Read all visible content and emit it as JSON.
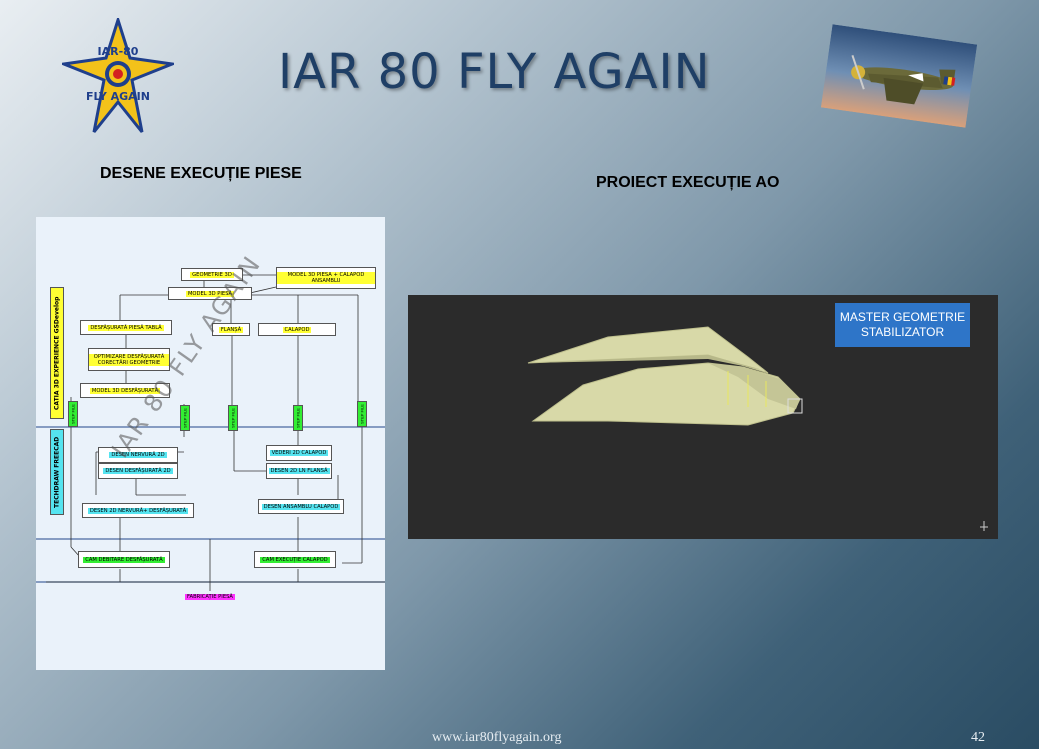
{
  "slide": {
    "title": "IAR 80 FLY AGAIN",
    "left_heading": "DESENE EXECUȚIE PIESE",
    "right_heading": "PROIECT EXECUȚIE AO",
    "website": "www.iar80flyagain.org",
    "page_number": "42"
  },
  "logo": {
    "top_text": "IAR-80",
    "bottom_text": "FLY AGAIN",
    "icon": "iar80-star-logo-icon"
  },
  "plane_image": {
    "icon": "iar80-aircraft-image"
  },
  "flowchart": {
    "band_labels": {
      "catia": "CATIA 3D EXPERIENCE GSDevelop",
      "techdraw": "TECHDRAW FREECAD"
    },
    "nodes": {
      "geometrie_3d": "GEOMETRIE 3D",
      "model_3d_piesa_calapod": "MODEL 3D PIESA + CALAPOD ANSAMBLU",
      "model_3d_piesa": "MODEL 3D PIESĂ",
      "desfasurata_piesa_tabla": "DESFĂȘURATĂ PIESĂ TABLĂ",
      "flansa": "FLANȘĂ",
      "calapod": "CALAPOD",
      "optimizare": "OPTIMIZARE DESFĂȘURATĂ CORECTĂRI GEOMETRIE",
      "model_3d_desfasurata": "MODEL 3D DESFĂȘURATĂ",
      "desen_nervura_2d": "DESEN NERVURĂ 2D",
      "desen_desfasurata_2d": "DESEN DESFĂȘURATĂ 2D",
      "vederi_2d_calapod": "VEDERI 2D CALAPOD",
      "desen_2d_ln_flansa": "DESEN 2D LN FLANSĂ",
      "desen_2d_nervura_desfasurata": "DESEN 2D NERVURĂ+ DESFĂȘURATĂ",
      "desen_ansamblu_calapod": "DESEN ANSAMBLU CALAPOD",
      "cam_debitare_desfasurata": "CAM DEBITARE DESFĂȘURATĂ",
      "cam_executie_calapod": "CAM EXECUȚIE CALAPOD",
      "fabricatie_piesa": "FABRICAȚIE PIESĂ"
    },
    "tags": [
      "STEP FILE",
      "STEP FILE",
      "STEP FILE",
      "STEP FILE",
      "STEP FILE"
    ],
    "watermark": "IAR 80 FLY AGAIN"
  },
  "render": {
    "label": "MASTER GEOMETRIE\nSTABILIZATOR",
    "background_color": "#2b2b2b",
    "part_color": "#d8d9a8",
    "label_color": "#2e75c8"
  }
}
